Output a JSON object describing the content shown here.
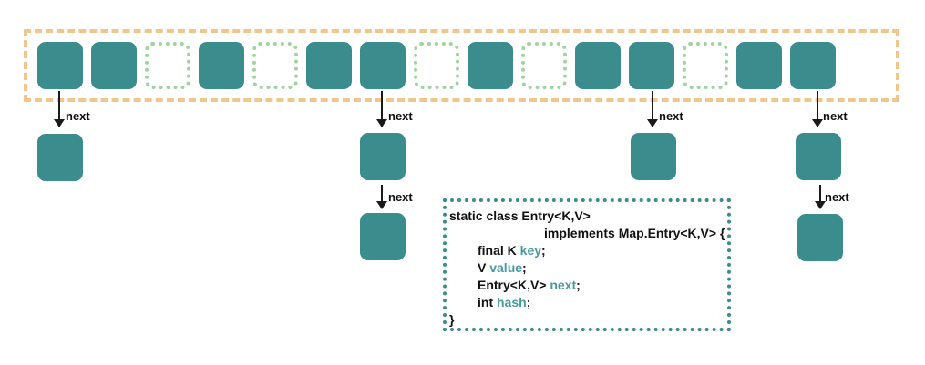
{
  "diagram": {
    "buckets": [
      "filled",
      "filled",
      "empty",
      "filled",
      "empty",
      "filled",
      "filled",
      "empty",
      "filled",
      "empty",
      "filled",
      "filled",
      "empty",
      "filled",
      "filled"
    ],
    "next_label": "next"
  },
  "code": {
    "line1": "static class Entry<K,V>",
    "line2": "implements Map.Entry<K,V> {",
    "line3_prefix": "final K ",
    "line3_field": "key",
    "line3_suffix": ";",
    "line4_prefix": "V ",
    "line4_field": "value",
    "line4_suffix": ";",
    "line5_prefix": "Entry<K,V> ",
    "line5_field": "next",
    "line5_suffix": ";",
    "line6_prefix": "int ",
    "line6_field": "hash",
    "line6_suffix": ";",
    "line7": "}"
  },
  "colors": {
    "filled": "#3b8c8c",
    "empty_border": "#9fd49f",
    "array_border": "#f0c68c",
    "code_border": "#3b8c8c",
    "field_accent": "#4a9a9a"
  }
}
